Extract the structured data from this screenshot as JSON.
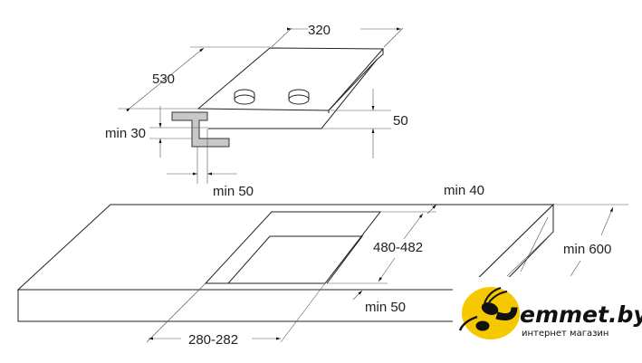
{
  "hob_dimensions": {
    "width": "320",
    "depth": "530",
    "height": "50",
    "min_bracket_height": "min 30",
    "min_side_clearance": "min 50"
  },
  "cutout_dimensions": {
    "min_back": "min 40",
    "depth": "480-482",
    "min_worktop_depth": "min 600",
    "min_front": "min 50",
    "width": "280-282"
  },
  "watermark": {
    "brand": "emmet.by",
    "tagline": "интернет магазин",
    "color": "#f6c800"
  }
}
